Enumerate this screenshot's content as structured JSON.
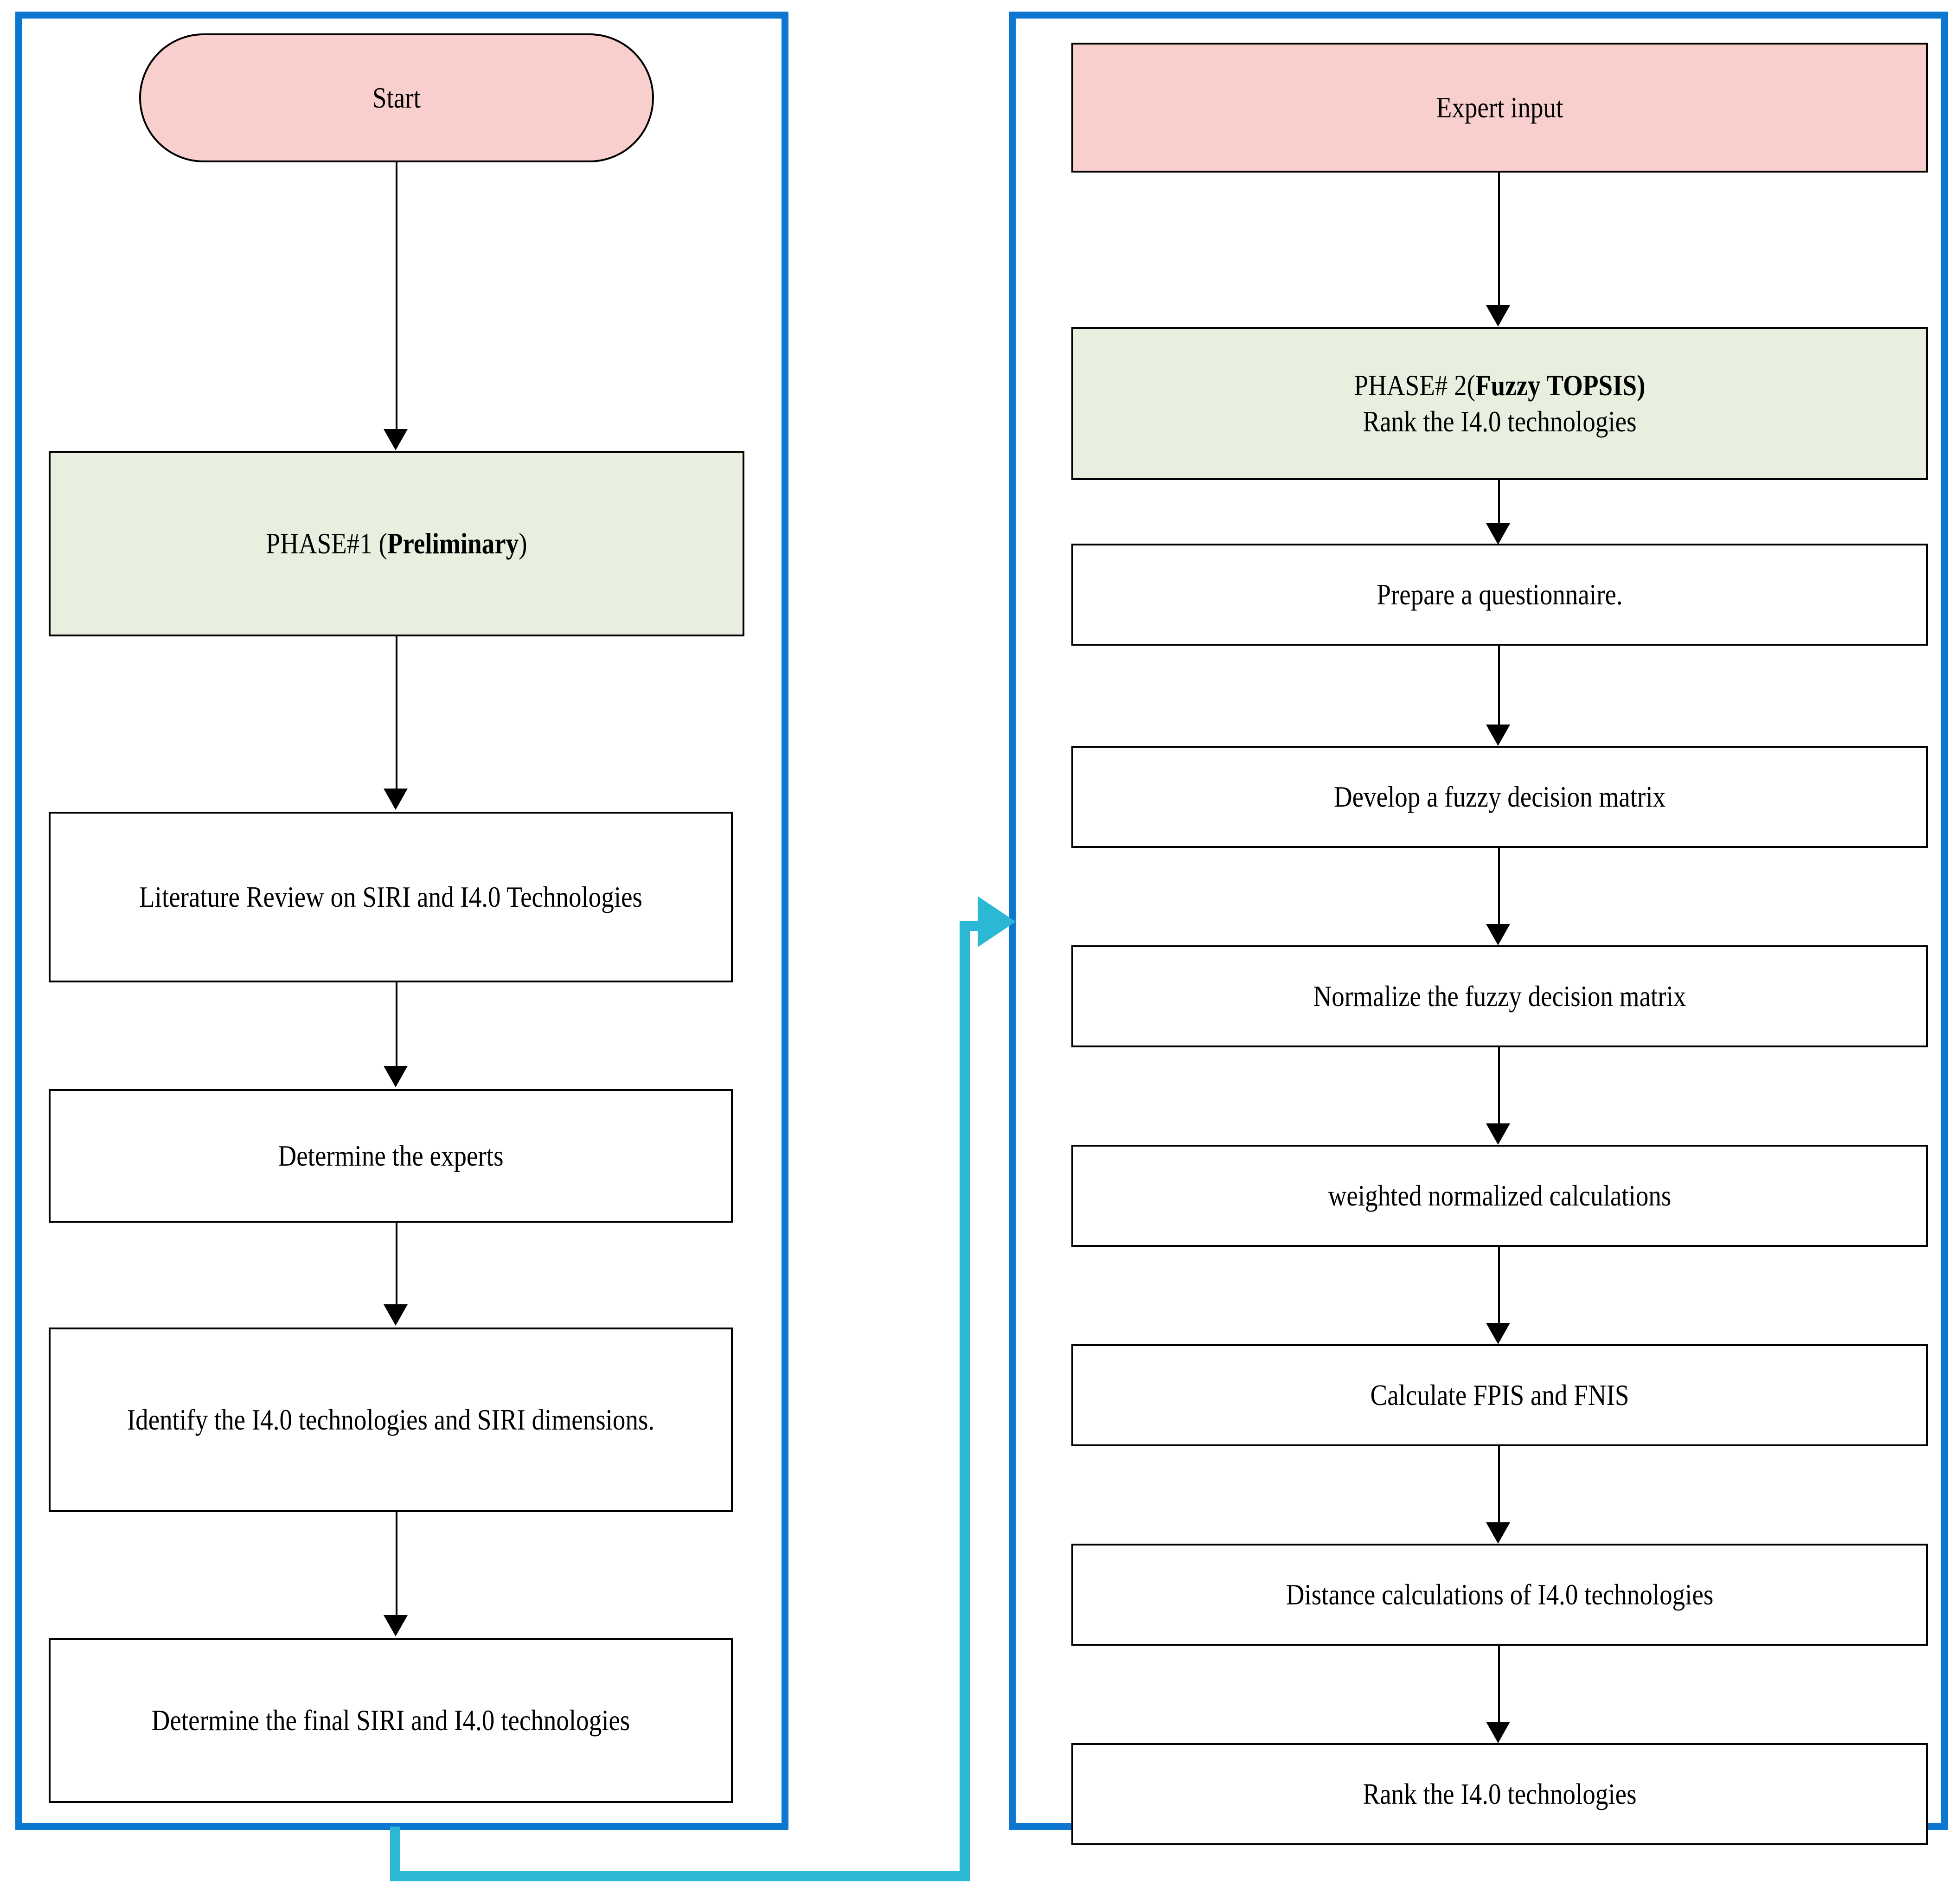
{
  "diagram": {
    "title": "Two-phase research methodology flowchart",
    "colors": {
      "panel_border": "#0B77D0",
      "feedback_arrow": "#2BB8D4",
      "terminator_fill": "#F9CFCE",
      "phase_fill": "#E8EFDE",
      "process_fill": "#FFFFFF",
      "node_border": "#000000"
    }
  },
  "left_panel": {
    "name": "Phase 1 panel",
    "nodes": [
      {
        "id": "start",
        "label": "Start",
        "shape": "terminator",
        "fill": "pink"
      },
      {
        "id": "phase1",
        "label_prefix": "PHASE#1 (",
        "label_bold": "Preliminary",
        "label_suffix": ")",
        "shape": "process",
        "fill": "green"
      },
      {
        "id": "literature-review",
        "label": "Literature Review on SIRI and I4.0 Technologies",
        "shape": "process",
        "fill": "white"
      },
      {
        "id": "determine-experts",
        "label": "Determine the experts",
        "shape": "process",
        "fill": "white"
      },
      {
        "id": "identify-tech",
        "label": "Identify the I4.0 technologies and SIRI dimensions.",
        "shape": "process",
        "fill": "white"
      },
      {
        "id": "determine-final",
        "label": "Determine the final SIRI and I4.0 technologies",
        "shape": "process",
        "fill": "white"
      }
    ]
  },
  "right_panel": {
    "name": "Phase 2 panel",
    "nodes": [
      {
        "id": "expert-input",
        "label": "Expert input",
        "shape": "process",
        "fill": "pink"
      },
      {
        "id": "phase2",
        "label_prefix": "PHASE# 2(",
        "label_bold": "Fuzzy TOPSIS)",
        "label_line2": "Rank the I4.0 technologies",
        "shape": "process",
        "fill": "green"
      },
      {
        "id": "questionnaire",
        "label": "Prepare a questionnaire.",
        "shape": "process",
        "fill": "white"
      },
      {
        "id": "fuzzy-matrix",
        "label": "Develop a fuzzy decision matrix",
        "shape": "process",
        "fill": "white"
      },
      {
        "id": "normalize",
        "label": "Normalize the fuzzy decision matrix",
        "shape": "process",
        "fill": "white"
      },
      {
        "id": "weighted",
        "label": "weighted normalized calculations",
        "shape": "process",
        "fill": "white"
      },
      {
        "id": "fpis-fnis",
        "label": "Calculate FPIS and FNIS",
        "shape": "process",
        "fill": "white"
      },
      {
        "id": "distance",
        "label": "Distance calculations of I4.0 technologies",
        "shape": "process",
        "fill": "white"
      },
      {
        "id": "rank",
        "label": "Rank the I4.0 technologies",
        "shape": "process",
        "fill": "white"
      }
    ]
  }
}
